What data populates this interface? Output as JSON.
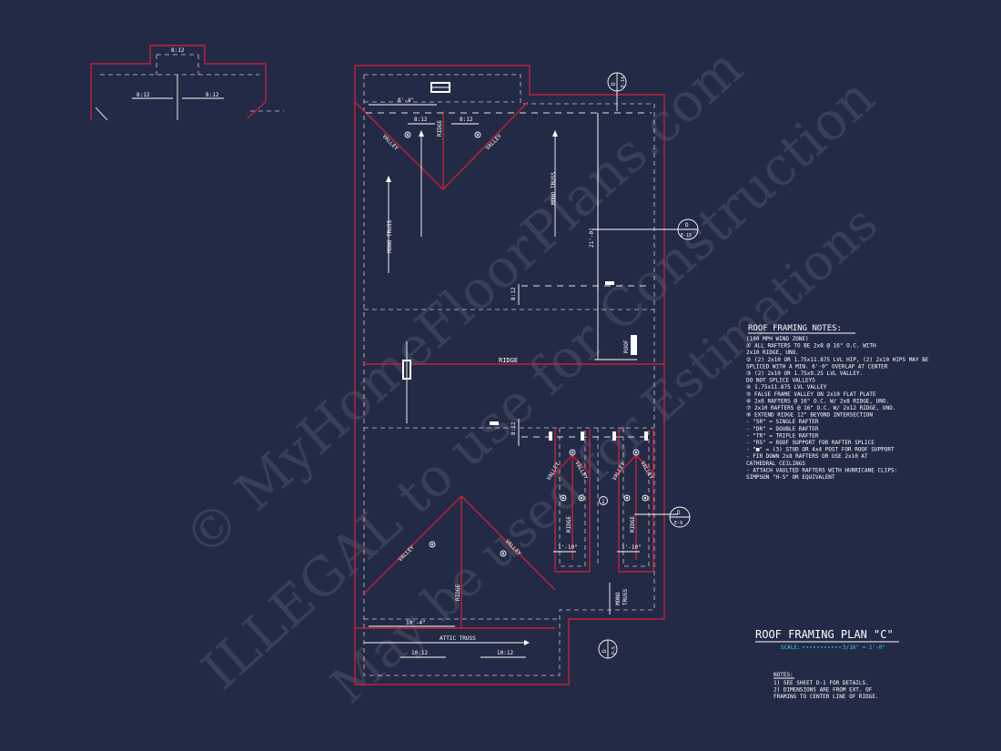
{
  "watermark": {
    "line1": "© MyHomeFloorPlans.com",
    "line2": "ILLEGAL to use for Construction",
    "line3": "May be used for Estimations"
  },
  "labels": {
    "pitch_812": "8:12",
    "pitch_1012": "10:12",
    "valley": "VALLEY",
    "ridge": "RIDGE",
    "roof": "ROOF",
    "mono_truss": "MONO TRUSS",
    "mono_truss_split_1": "MONO",
    "mono_truss_split_2": "TRUSS",
    "attic_truss": "ATTIC TRUSS",
    "dim_8_4": "8'-4\"",
    "dim_10_4": "10'-4\"",
    "dim_21_0": "21'-0\"",
    "dim_1_10a": "1'-10\"",
    "dim_1_10b": "1'-10\"",
    "note_one": "1"
  },
  "callouts": [
    {
      "letter": "D",
      "sheet": "E-14"
    },
    {
      "letter": "D",
      "sheet": "E-15"
    },
    {
      "letter": "D",
      "sheet": "E-9"
    },
    {
      "letter": "D",
      "sheet": "P-5"
    }
  ],
  "framing_notes": {
    "title": "ROOF FRAMING NOTES:",
    "lines": [
      "(100 MPH WIND ZONE)",
      "① ALL RAFTERS TO BE 2x8 @ 16\" O.C. WITH",
      "   2x10 RIDGE, UNO.",
      "② (2) 2x10 OR 1.75x11.875 LVL HIP, (2) 2x10 HIPS MAY BE",
      "   SPLICED WITH A MIN. 6'-0\" OVERLAP AT CENTER",
      "③ (2) 2x10 OR 1.75x9.25 LVL VALLEY.",
      "   DO NOT SPLICE VALLEYS",
      "④ 1.75x11.875 LVL VALLEY",
      "⑤ FALSE FRAME VALLEY ON 2x10 FLAT PLATE",
      "⑥ 2x6 RAFTERS @ 16\" O.C. W/ 2x8 RIDGE, UNO.",
      "⑦ 2x10 RAFTERS @ 16\" O.C. W/ 2x12 RIDGE, UNO.",
      "⑧ EXTEND RIDGE 12\" BEYOND INTERSECTION",
      " -  \"SR\" = SINGLE RAFTER",
      " -  \"DR\" = DOUBLE RAFTER",
      " -  \"TR\" = TRIPLE RAFTER",
      " -  \"RS\" = ROOF SUPPORT FOR RAFTER SPLICE",
      " -  \"■\" = (3) STUD OR 4x4 POST FOR ROOF SUPPORT",
      " -  FIR DOWN 2x8 RAFTERS OR USE 2x10 AT",
      "    CATHEDRAL CEILINGS",
      " -  ATTACH VAULTED RAFTERS WITH HURRICANE CLIPS:",
      "    SIMPSON \"H-5\" OR EQUIVALENT"
    ]
  },
  "plan_title": {
    "title": "ROOF FRAMING PLAN \"C\"",
    "scale_label": "SCALE:",
    "scale_value": "3/16\" = 1'-0\""
  },
  "notes": {
    "title": "NOTES:",
    "lines": [
      "1) SEE SHEET D-1 FOR DETAILS.",
      "2) DIMENSIONS ARE FROM EXT. OF",
      "   FRAMING TO CENTER LINE OF RIDGE."
    ]
  }
}
